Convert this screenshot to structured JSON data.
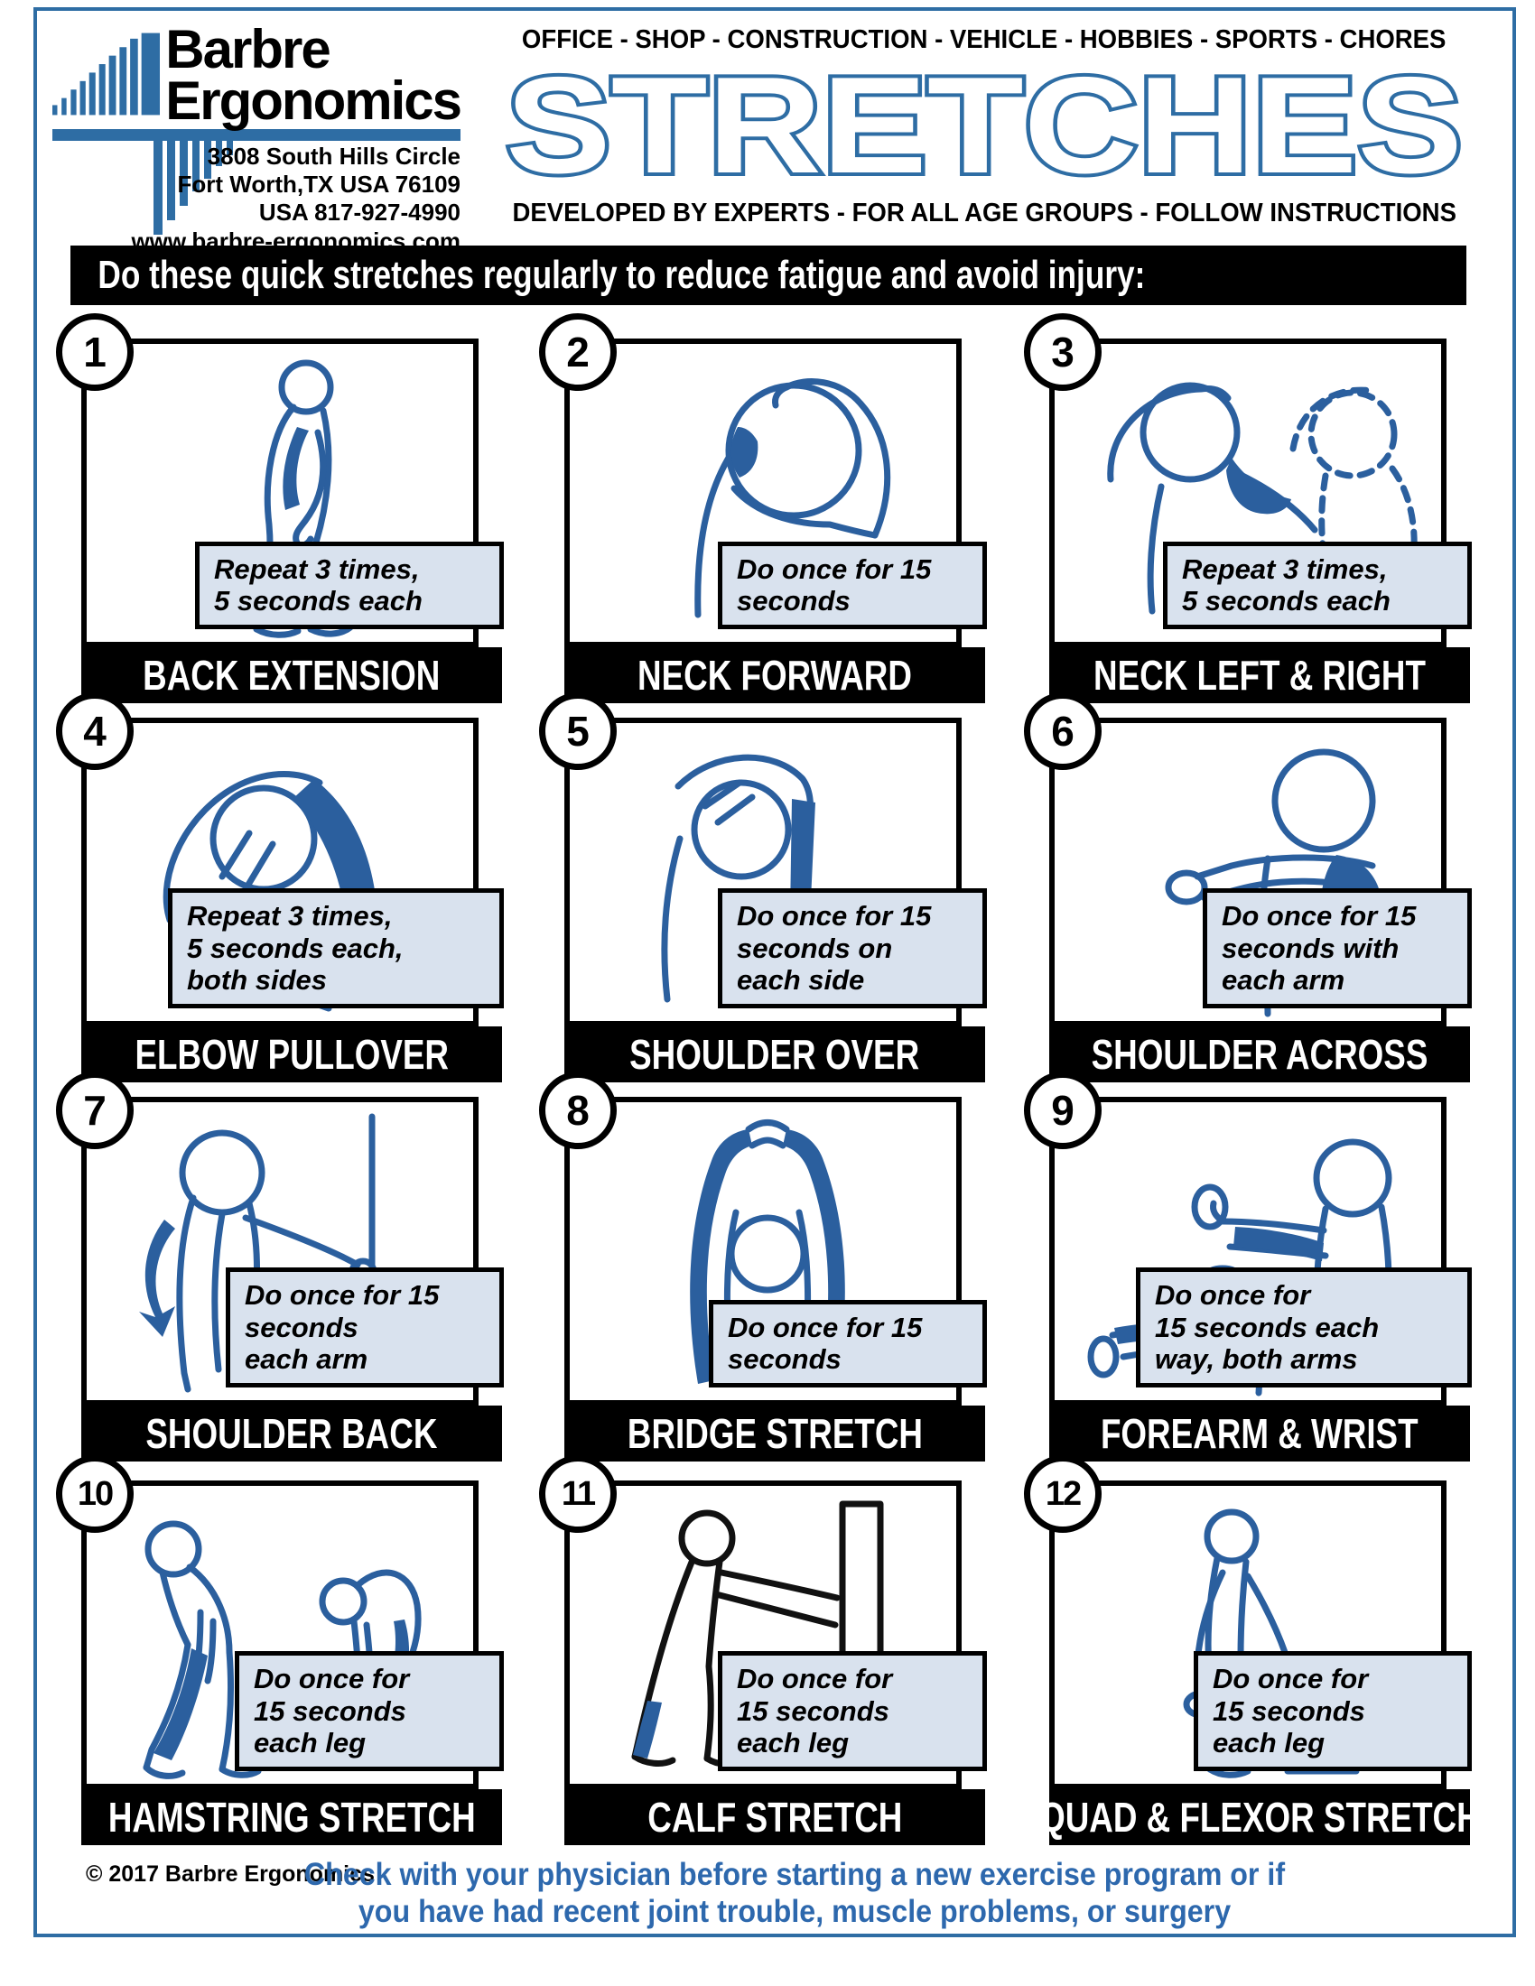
{
  "colors": {
    "brand_blue": "#2e6da4",
    "figure_blue": "#2b5f9e",
    "instruction_bg": "#d9e2ee",
    "title_bar_bg": "#000000",
    "footer_blue": "#2d68ad"
  },
  "header": {
    "logo_name_line1": "Barbre",
    "logo_name_line2": "Ergonomics",
    "address_line1": "3808 South Hills Circle",
    "address_line2": "Fort Worth,TX USA 76109",
    "address_line3": "USA  817-927-4990",
    "address_line4": "www.barbre-ergonomics.com",
    "tagline_top": "OFFICE - SHOP - CONSTRUCTION - VEHICLE - HOBBIES - SPORTS - CHORES",
    "title": "STRETCHES",
    "tagline_bottom": "DEVELOPED BY EXPERTS - FOR ALL AGE GROUPS - FOLLOW INSTRUCTIONS"
  },
  "banner": {
    "text": "Do these quick stretches regularly to reduce fatigue and avoid injury:"
  },
  "panels": [
    {
      "number": "1",
      "title": "BACK EXTENSION",
      "instruction": "Repeat 3 times,\n5 seconds each"
    },
    {
      "number": "2",
      "title": "NECK FORWARD",
      "instruction": "Do once for 15\nseconds"
    },
    {
      "number": "3",
      "title": "NECK LEFT & RIGHT",
      "instruction": "Repeat 3 times,\n5 seconds each"
    },
    {
      "number": "4",
      "title": "ELBOW PULLOVER",
      "instruction": "Repeat 3 times,\n5 seconds each,\nboth sides"
    },
    {
      "number": "5",
      "title": "SHOULDER OVER",
      "instruction": "Do once for 15\nseconds on\neach side"
    },
    {
      "number": "6",
      "title": "SHOULDER ACROSS",
      "instruction": "Do once for 15\nseconds with\neach arm"
    },
    {
      "number": "7",
      "title": "SHOULDER BACK",
      "instruction": "Do once for 15\nseconds\neach arm"
    },
    {
      "number": "8",
      "title": "BRIDGE STRETCH",
      "instruction": "Do once for 15\nseconds"
    },
    {
      "number": "9",
      "title": "FOREARM & WRIST",
      "instruction": "Do once for\n15 seconds each\nway, both arms"
    },
    {
      "number": "10",
      "title": "HAMSTRING STRETCH",
      "instruction": "Do once for\n15 seconds\neach leg"
    },
    {
      "number": "11",
      "title": "CALF STRETCH",
      "instruction": "Do once for\n15 seconds\neach leg"
    },
    {
      "number": "12",
      "title": "QUAD & FLEXOR STRETCH",
      "instruction": "Do once for\n15 seconds\neach leg"
    }
  ],
  "footer": {
    "copyright": "© 2017 Barbre Ergonomics",
    "disclaimer": "Check with your physician before starting a new exercise program or if\nyou have had recent joint trouble, muscle problems, or surgery"
  }
}
